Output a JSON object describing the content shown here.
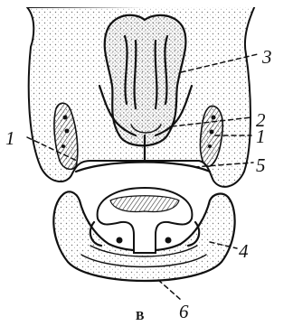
{
  "figure": {
    "caption": "B",
    "labels": {
      "label_3": "3",
      "label_2": "2",
      "label_1_right": "1",
      "label_1_left": "1",
      "label_5": "5",
      "label_4": "4",
      "label_6": "6"
    }
  },
  "colors": {
    "ink": "#111111",
    "paper": "#ffffff",
    "stipple": "#7a7a7a"
  }
}
